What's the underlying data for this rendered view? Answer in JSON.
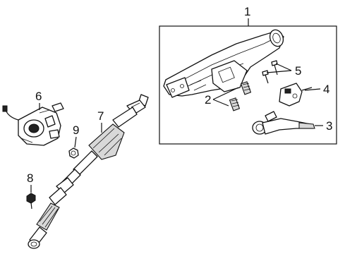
{
  "callouts": {
    "c1": "1",
    "c2": "2",
    "c3": "3",
    "c4": "4",
    "c5": "5",
    "c6": "6",
    "c7": "7",
    "c8": "8",
    "c9": "9"
  },
  "colors": {
    "stroke": "#111111",
    "background": "#ffffff"
  }
}
